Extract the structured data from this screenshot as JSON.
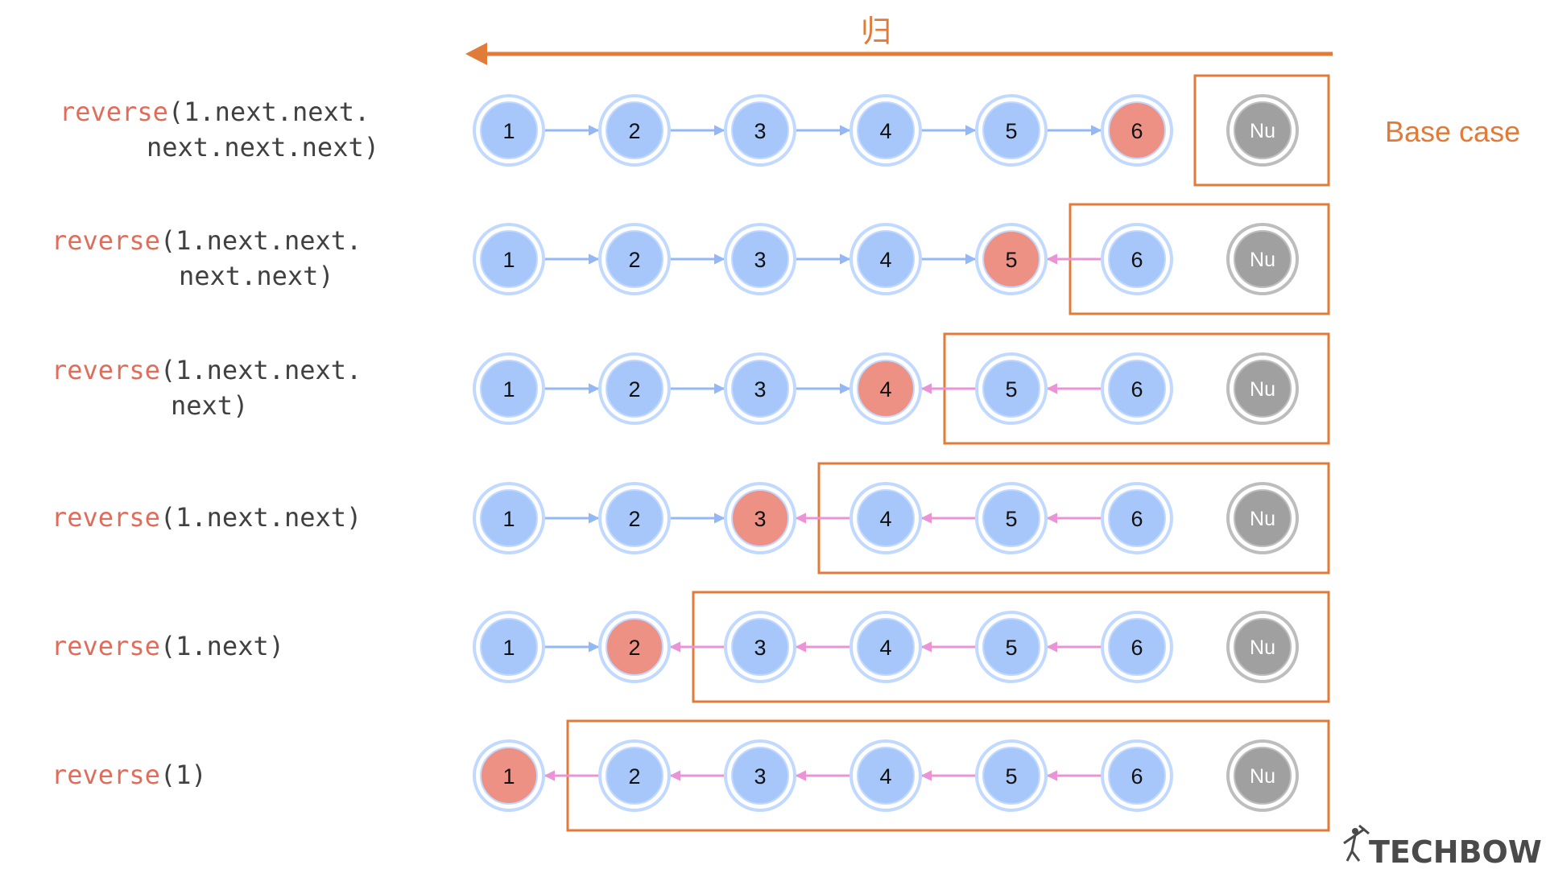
{
  "colors": {
    "orange": "#e07b39",
    "node_blue": "#a7c7fa",
    "node_ring": "#c2d9ff",
    "node_red": "#ee9185",
    "null_gray": "#a0a0a0",
    "null_ring": "#bdbdbd",
    "arrow_blue": "#93b8f5",
    "arrow_pink": "#ea93d6",
    "code_keyword": "#e06c5a",
    "code_text": "#404040"
  },
  "direction_label": "归",
  "base_case_label": "Base case",
  "node_labels": [
    "1",
    "2",
    "3",
    "4",
    "5",
    "6"
  ],
  "null_label": "Nu",
  "rows": [
    {
      "call_fn": "reverse",
      "call_lines": [
        "(1.next.next.",
        "next.next.next)"
      ],
      "highlight": 6
    },
    {
      "call_fn": "reverse",
      "call_lines": [
        "(1.next.next.",
        "next.next)"
      ],
      "highlight": 5
    },
    {
      "call_fn": "reverse",
      "call_lines": [
        "(1.next.next.",
        "next)"
      ],
      "highlight": 4
    },
    {
      "call_fn": "reverse",
      "call_lines": [
        "(1.next.next)"
      ],
      "highlight": 3
    },
    {
      "call_fn": "reverse",
      "call_lines": [
        "(1.next)"
      ],
      "highlight": 2
    },
    {
      "call_fn": "reverse",
      "call_lines": [
        "(1)"
      ],
      "highlight": 1
    }
  ],
  "logo_text": "TECHBOW"
}
